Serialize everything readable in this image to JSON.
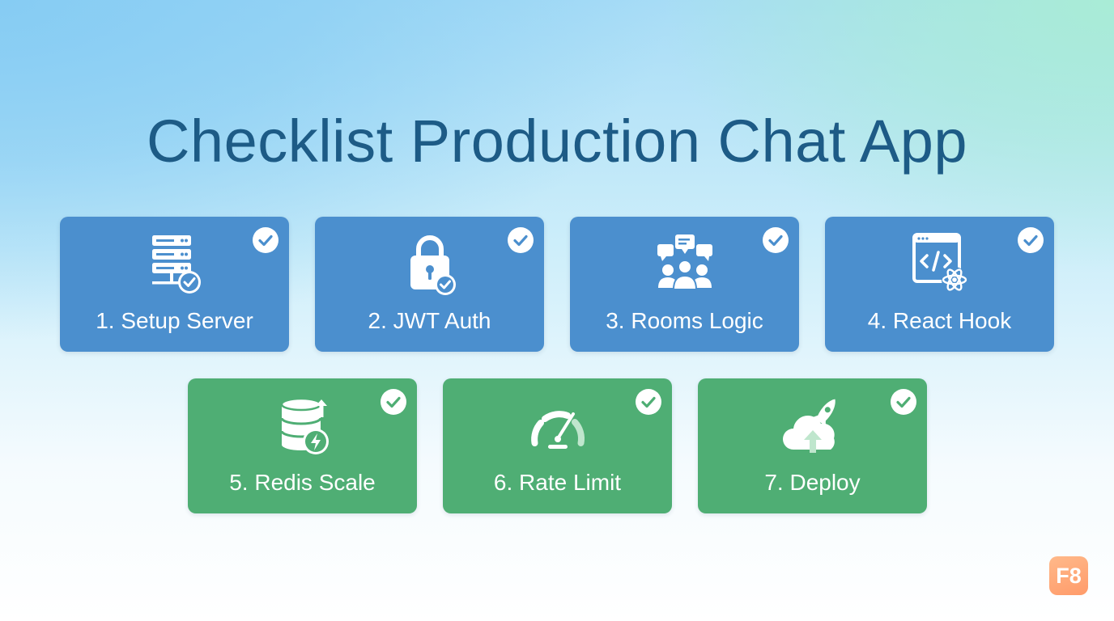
{
  "title": "Checklist Production Chat App",
  "colors": {
    "blue_card": "#4b8fce",
    "green_card": "#4fae74",
    "title": "#1d5b86",
    "badge": "#ff9b6a"
  },
  "steps": [
    {
      "label": "1. Setup Server",
      "icon": "server-icon",
      "status": "done"
    },
    {
      "label": "2. JWT Auth",
      "icon": "lock-icon",
      "status": "done"
    },
    {
      "label": "3. Rooms Logic",
      "icon": "group-chat-icon",
      "status": "done"
    },
    {
      "label": "4. React Hook",
      "icon": "code-react-icon",
      "status": "done"
    },
    {
      "label": "5. Redis Scale",
      "icon": "database-bolt-icon",
      "status": "done"
    },
    {
      "label": "6. Rate Limit",
      "icon": "speedometer-icon",
      "status": "done"
    },
    {
      "label": "7. Deploy",
      "icon": "cloud-rocket-icon",
      "status": "done"
    }
  ],
  "badge": {
    "text": "F8"
  }
}
